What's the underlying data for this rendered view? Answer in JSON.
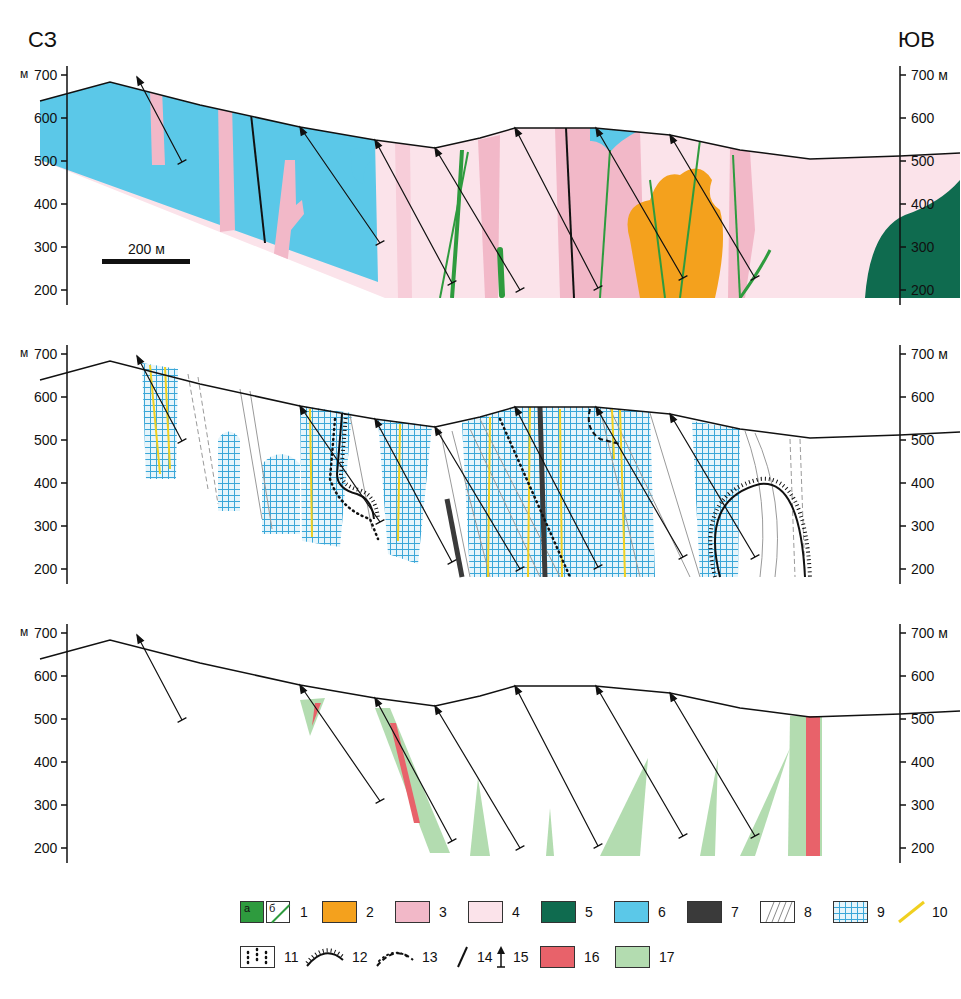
{
  "diagram": {
    "labels": [
      "СЗ",
      "ЮВ",
      "м",
      "700",
      "600",
      "500",
      "400",
      "300",
      "200",
      "700 м",
      "600",
      "500",
      "400",
      "300",
      "200",
      "м",
      "700",
      "600",
      "500",
      "400",
      "300",
      "200",
      "700 м",
      "600",
      "500",
      "400",
      "300",
      "200",
      "м",
      "700",
      "600",
      "500",
      "400",
      "300",
      "200",
      "700 м",
      "600",
      "500",
      "400",
      "300",
      "200",
      "200 м",
      "а",
      "б"
    ],
    "legend": [
      {
        "text": "1"
      },
      {
        "text": "2",
        "color": "#f4a11d"
      },
      {
        "text": "3",
        "color": "#f2b8c8"
      },
      {
        "text": "4",
        "color": "#fbe3ea"
      },
      {
        "text": "5",
        "color": "#0f6b4f"
      },
      {
        "text": "6",
        "color": "#5bc8e8"
      },
      {
        "text": "7",
        "color": "#3a3a3a"
      },
      {
        "text": "8"
      },
      {
        "text": "9"
      },
      {
        "text": "10"
      },
      {
        "text": "11"
      },
      {
        "text": "12"
      },
      {
        "text": "13"
      },
      {
        "text": "14"
      },
      {
        "text": "15"
      },
      {
        "text": "16",
        "color": "#e8626a"
      },
      {
        "text": "17",
        "color": "#b3dcb0"
      }
    ]
  }
}
